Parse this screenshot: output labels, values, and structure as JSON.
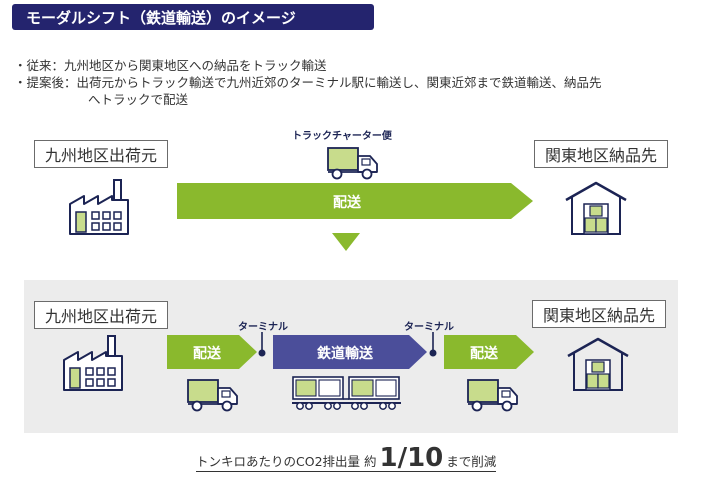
{
  "title": "モーダルシフト（鉄道輸送）のイメージ",
  "description": {
    "line1": "・従来：九州地区から関東地区への納品をトラック輸送",
    "line2": "・提案後：出荷元からトラック輸送で九州近郊のターミナル駅に輸送し、関東近郊まで鉄道輸送、納品先",
    "line3": "へトラックで配送"
  },
  "before": {
    "origin": "九州地区出荷元",
    "destination": "関東地区納品先",
    "truck_label": "トラックチャーター便",
    "arrow_label": "配送"
  },
  "after": {
    "origin": "九州地区出荷元",
    "destination": "関東地区納品先",
    "arrow1_label": "配送",
    "terminal1": "ターミナル",
    "rail_label": "鉄道輸送",
    "terminal2": "ターミナル",
    "arrow2_label": "配送"
  },
  "footer": {
    "prefix": "トンキロあたりのCO2排出量 約",
    "value": "1/10",
    "suffix": "まで削減"
  },
  "colors": {
    "navy": "#24246e",
    "green": "#8ab92d",
    "rail": "#4b4e9a",
    "truck_cargo": "#c8dc8c",
    "gray": "#ececec"
  }
}
